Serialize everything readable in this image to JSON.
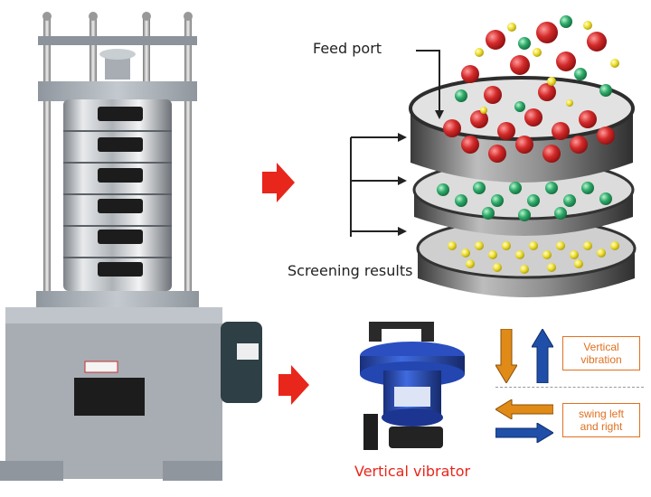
{
  "labels": {
    "feed_port": "Feed port",
    "screening_results": "Screening results",
    "vertical_vibrator": "Vertical vibrator",
    "vertical_vibration": [
      "Vertical",
      "vibration"
    ],
    "swing_left_right": [
      "swing left",
      "and right"
    ]
  },
  "colors": {
    "accent_red": "#e8261b",
    "label_orange": "#e07020",
    "vibrator_blue": "#2850b8",
    "arrow_orange": "#e08a18",
    "arrow_blue": "#1f4fa8",
    "ball_red": "#d42a2a",
    "ball_green": "#2faa6a",
    "ball_yellow": "#f0e030"
  },
  "icons": [
    "right-arrow-icon",
    "down-arrow-icon",
    "up-arrow-icon",
    "left-arrow-icon"
  ]
}
